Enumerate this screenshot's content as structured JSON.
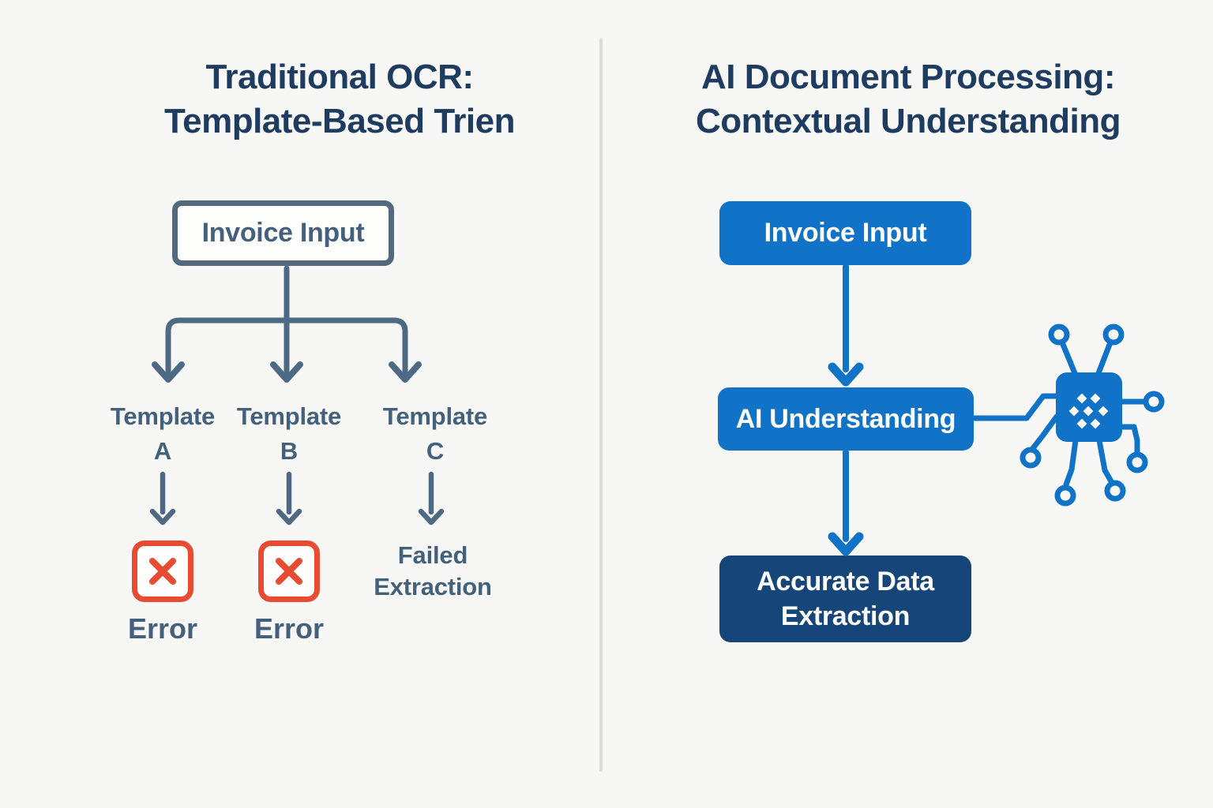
{
  "left_panel": {
    "title_line1": "Traditional OCR:",
    "title_line2": "Template-Based Trien",
    "invoice_box_label": "Invoice Input",
    "templates": [
      {
        "name": "Template",
        "letter": "A"
      },
      {
        "name": "Template",
        "letter": "B"
      },
      {
        "name": "Template",
        "letter": "C"
      }
    ],
    "error_label_1": "Error",
    "error_label_2": "Error",
    "failed_line1": "Failed",
    "failed_line2": "Extraction",
    "error_icon": "x-square-icon",
    "colors": {
      "line_slate": "#4e6983",
      "text_slate": "#44607c",
      "error_red": "#e84b31"
    }
  },
  "right_panel": {
    "title_line1": "AI Document Processing:",
    "title_line2": "Contextual Understanding",
    "invoice_box_label": "Invoice Input",
    "ai_box_label": "AI Understanding",
    "result_line1": "Accurate Data",
    "result_line2": "Extraction",
    "chip_icon": "circuit-chip-icon",
    "colors": {
      "flow_blue": "#1173c7",
      "result_navy": "#164579"
    }
  },
  "shared": {
    "background": "#f7f8f6",
    "divider_color": "#dbdddc",
    "title_color": "#1d3c60",
    "arrow_icon": "arrow-down-icon"
  }
}
